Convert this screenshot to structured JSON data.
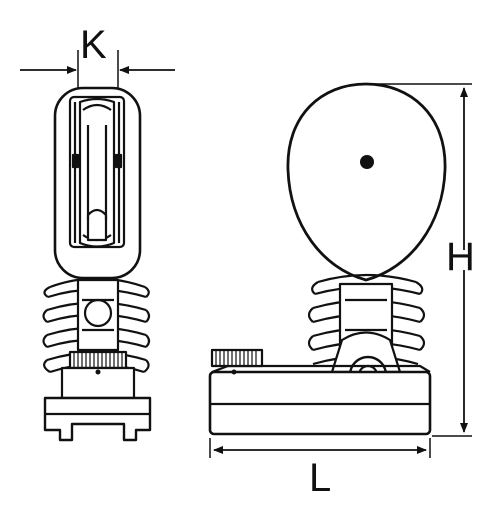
{
  "diagram": {
    "dimensions": {
      "k": "K",
      "h": "H",
      "l": "L"
    },
    "views": [
      "front-view",
      "side-view"
    ],
    "line_color": "#111111",
    "fill_color": "#ffffff"
  }
}
